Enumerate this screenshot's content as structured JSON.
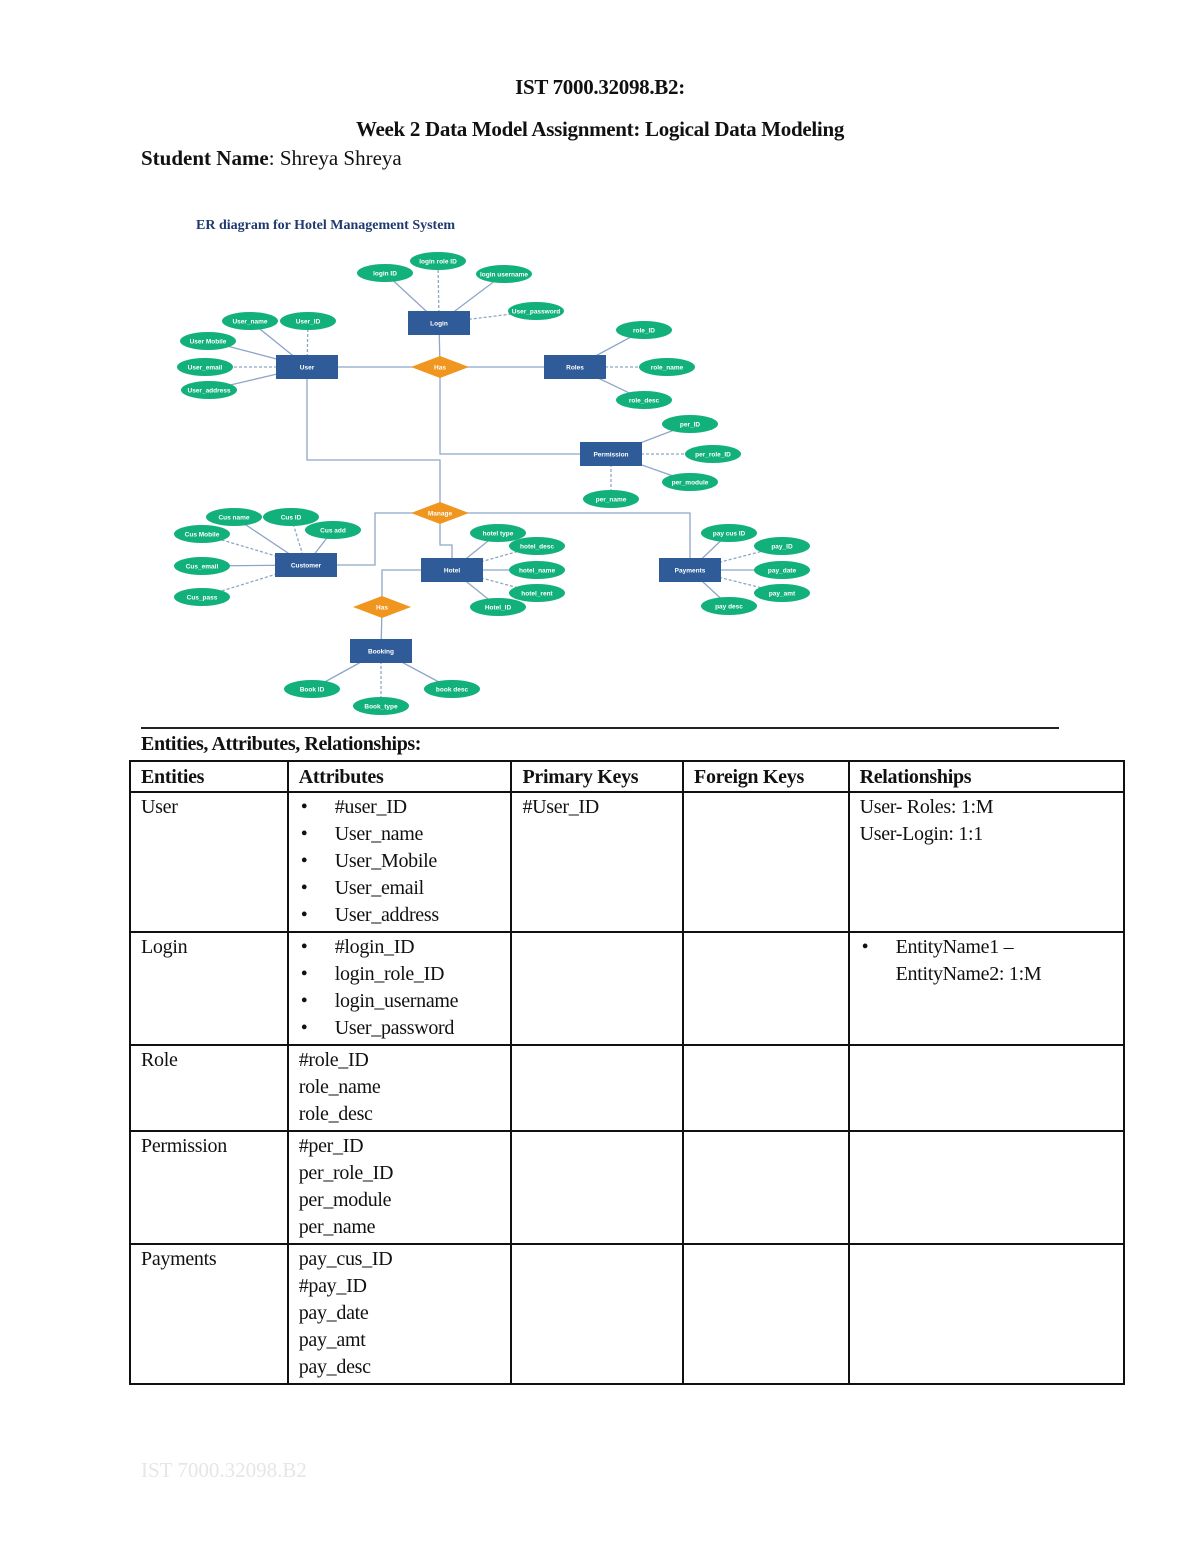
{
  "header": {
    "course": "IST 7000.32098.B2:",
    "title": "Week 2 Data Model Assignment: Logical Data Modeling",
    "student_label": "Student Name",
    "student_name": ": Shreya Shreya"
  },
  "diagram": {
    "title": "ER diagram for Hotel Management System",
    "colors": {
      "entity": "#2F5C99",
      "relationship": "#F0961E",
      "attribute": "#12B07A",
      "line": "#8EA6C8",
      "title": "#1F3A6E"
    },
    "entities": [
      {
        "id": "user",
        "label": "User",
        "attributes": [
          "User_name",
          "User_ID",
          "User Mobile",
          "User_email",
          "User_address"
        ]
      },
      {
        "id": "login",
        "label": "Login",
        "attributes": [
          "login ID",
          "login role ID",
          "login username",
          "User_password"
        ]
      },
      {
        "id": "roles",
        "label": "Roles",
        "attributes": [
          "role_ID",
          "role_name",
          "role_desc"
        ]
      },
      {
        "id": "permission",
        "label": "Permission",
        "attributes": [
          "per_ID",
          "per_role_ID",
          "per_module",
          "per_name"
        ]
      },
      {
        "id": "customer",
        "label": "Customer",
        "attributes": [
          "Cus name",
          "Cus ID",
          "Cus add",
          "Cus Mobile",
          "Cus_email",
          "Cus_pass"
        ]
      },
      {
        "id": "hotel",
        "label": "Hotel",
        "attributes": [
          "hotel type",
          "hotel_desc",
          "hotel_name",
          "hotel_rent",
          "Hotel_ID"
        ]
      },
      {
        "id": "payments",
        "label": "Payments",
        "attributes": [
          "pay cus ID",
          "pay_ID",
          "pay_date",
          "pay_amt",
          "pay desc"
        ]
      },
      {
        "id": "booking",
        "label": "Booking",
        "attributes": [
          "Book ID",
          "Book_type",
          "book desc"
        ]
      }
    ],
    "relationships": [
      {
        "label": "Has",
        "connects": [
          "User",
          "Login",
          "Roles",
          "Permission"
        ]
      },
      {
        "label": "Manage",
        "connects": [
          "User",
          "Customer",
          "Hotel",
          "Payments"
        ]
      },
      {
        "label": "Has",
        "connects": [
          "Hotel",
          "Booking"
        ]
      }
    ]
  },
  "section": {
    "label": "Entities, Attributes, Relationships:"
  },
  "table": {
    "headers": [
      "Entities",
      "Attributes",
      "Primary Keys",
      "Foreign Keys",
      "Relationships"
    ],
    "rows": [
      {
        "entity": "User",
        "attr_style": "bullets",
        "attributes": [
          "#user_ID",
          "User_name",
          "User_Mobile",
          "User_email",
          "User_address"
        ],
        "primary_key": "#User_ID",
        "foreign_key": "",
        "rel_style": "plain",
        "relationships": [
          "User- Roles: 1:M",
          "User-Login: 1:1"
        ]
      },
      {
        "entity": "Login",
        "attr_style": "bullets",
        "attributes": [
          "#login_ID",
          "login_role_ID",
          "login_username",
          "User_password"
        ],
        "primary_key": "",
        "foreign_key": "",
        "rel_style": "bullets",
        "relationships": [
          "EntityName1 – EntityName2: 1:M"
        ]
      },
      {
        "entity": "Role",
        "attr_style": "plain",
        "attributes": [
          "#role_ID",
          "role_name",
          "role_desc"
        ],
        "primary_key": "",
        "foreign_key": "",
        "rel_style": "plain",
        "relationships": []
      },
      {
        "entity": "Permission",
        "attr_style": "plain",
        "attributes": [
          "#per_ID",
          "per_role_ID",
          "per_module",
          "per_name"
        ],
        "primary_key": "",
        "foreign_key": "",
        "rel_style": "plain",
        "relationships": []
      },
      {
        "entity": "Payments",
        "attr_style": "plain",
        "attributes": [
          "pay_cus_ID",
          "#pay_ID",
          "pay_date",
          "pay_amt",
          "pay_desc"
        ],
        "primary_key": "",
        "foreign_key": "",
        "rel_style": "plain",
        "relationships": []
      }
    ]
  },
  "footer": {
    "text": "IST 7000.32098.B2"
  }
}
